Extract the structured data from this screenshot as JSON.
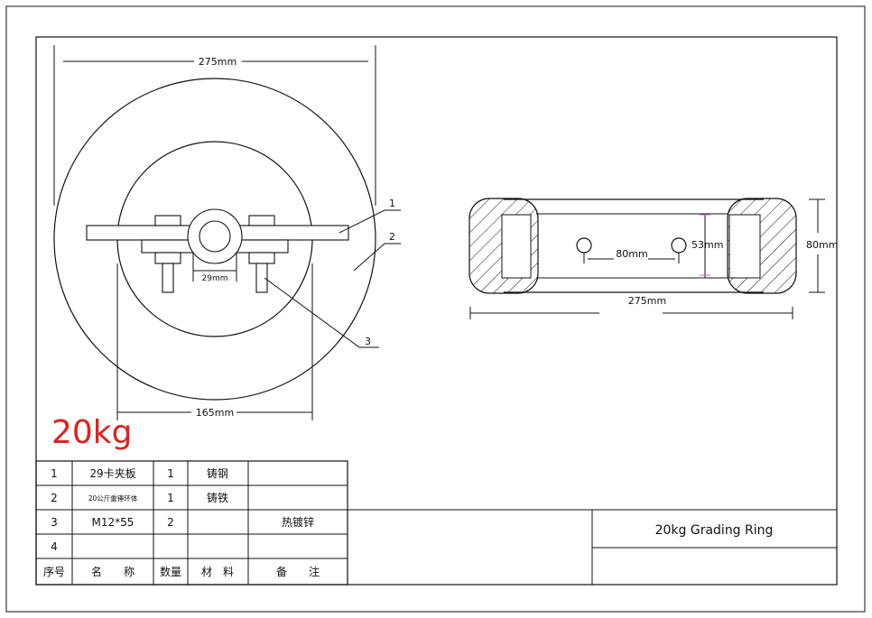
{
  "weight_label": "20kg",
  "drawing_title": "20kg Grading Ring",
  "dimensions": {
    "front_outer_diameter": "275mm",
    "front_inner_span": "165mm",
    "clamp_gap": "29mm",
    "side_length": "275mm",
    "side_height": "80mm",
    "hole_spacing": "80mm",
    "inner_height": "53mm"
  },
  "part_callouts": [
    "1",
    "2",
    "3"
  ],
  "bom_header": {
    "index": "序号",
    "name": "名　　称",
    "quantity": "数量",
    "material": "材　料",
    "remark": "备　　注"
  },
  "bom_rows": [
    {
      "index": "1",
      "name": "29卡夹板",
      "quantity": "1",
      "material": "铸钢",
      "remark": ""
    },
    {
      "index": "2",
      "name": "20公斤重锤环体",
      "quantity": "1",
      "material": "铸铁",
      "remark": ""
    },
    {
      "index": "3",
      "name": "M12*55",
      "quantity": "2",
      "material": "",
      "remark": "热镀锌"
    },
    {
      "index": "4",
      "name": "",
      "quantity": "",
      "material": "",
      "remark": ""
    }
  ],
  "colors": {
    "line": "#111111",
    "weight_label": "#e02020",
    "pink_guide": "#e060c0"
  }
}
